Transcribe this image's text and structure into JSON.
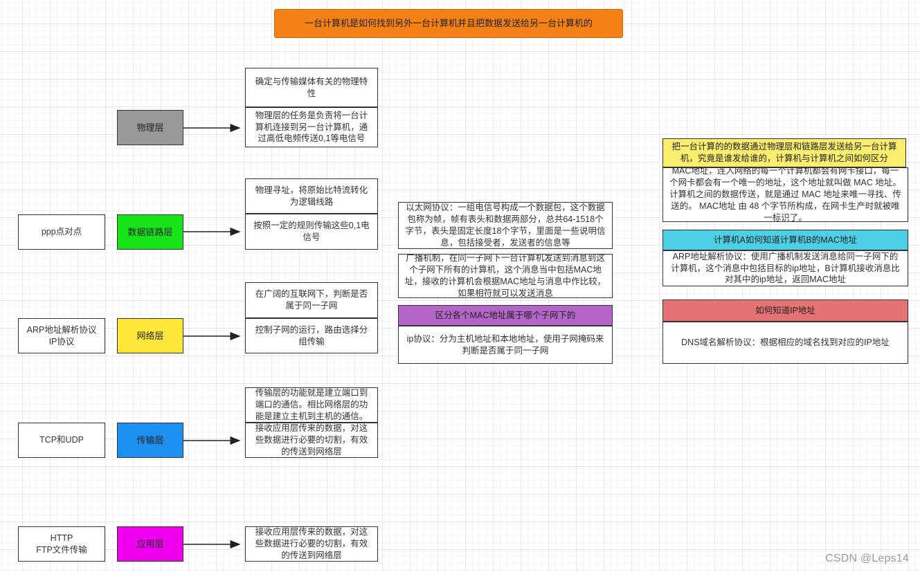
{
  "title": "一台计算机是如何找到另外一台计算机并且把数据发送给另一台计算机的",
  "layers": [
    {
      "name": "物理层",
      "color": "#999999",
      "protocol": "",
      "details": [
        "确定与传输媒体有关的物理特性",
        "物理层的任务是负责将一台计算机连接到另一台计算机，通过高低电频传送0,1等电信号"
      ]
    },
    {
      "name": "数据链路层",
      "color": "#17e517",
      "protocol": "ppp点对点",
      "details": [
        "物理寻址，将原始比特流转化为逻辑线路",
        "按照一定的规则传输这些0,1电信号"
      ]
    },
    {
      "name": "网络层",
      "color": "#ffe83a",
      "protocol": "ARP地址解析协议\nIP协议",
      "details": [
        "在广阔的互联网下，判断是否属于同一子网",
        "控制子网的运行，路由选择分组传输"
      ]
    },
    {
      "name": "传输层",
      "color": "#1e90f0",
      "protocol": "TCP和UDP",
      "details": [
        "传输层的功能就是建立端口到端口的通信。相比网络层的功能是建立主机到主机的通信。",
        "接收应用层传来的数据，对这些数据进行必要的切割，有效的传送到网络层"
      ]
    },
    {
      "name": "应用层",
      "color": "#ee00ee",
      "protocol": "HTTP\nFTP文件传输",
      "details": [
        "接收应用层传来的数据，对这些数据进行必要的切割，有效的传送到网络层"
      ]
    }
  ],
  "middle": {
    "ethernet": "以太网协议：一组电信号构成一个数据包，这个数据包称为帧，帧有表头和数据两部分，总共64-1518个字节，表头是固定长度18个字节，里面是一些说明信息，包括接受者，发送者的信息等",
    "broadcast": "广播机制，在同一子网下一台计算机发送到消息到这个子网下所有的计算机，这个消息当中包括MAC地址，接收的计算机会根据MAC地址与消息中作比较，如果相符就可以发送消息",
    "subnet_header": "区分各个MAC地址属于哪个子网下的",
    "subnet_header_color": "#b366c7",
    "ip_protocol": "ip协议：分为主机地址和本地地址，使用子网掩码来判断是否属于同一子网"
  },
  "right": {
    "question": "把一台计算的的数据通过物理层和链路层发送给另一台计算机，究竟是谁发给谁的，计算机与计算机之间如何区分",
    "question_color": "#fbee6e",
    "mac": "MAC地址，连入网络的每一个计算机都会有网卡接口，每一个网卡都会有一个唯一的地址，这个地址就叫做 MAC 地址。计算机之间的数据传送，就是通过 MAC 地址来唯一寻找、传送的。 MAC地址 由 48 个字节所构成，在网卡生产时就被唯一标识了。",
    "arp_header": "计算机A如何知道计算机B的MAC地址",
    "arp_header_color": "#4dd0e6",
    "arp": "ARP地址解析协议：使用广播机制发送消息给同一子网下的计算机，这个消息中包括目标的ip地址，B计算机接收消息比对其中的ip地址，返回MAC地址",
    "dns_header": "如何知道IP地址",
    "dns_header_color": "#e57373",
    "dns": "DNS域名解析协议：根据相应的域名找到对应的IP地址"
  },
  "watermark": "CSDN @Leps14"
}
